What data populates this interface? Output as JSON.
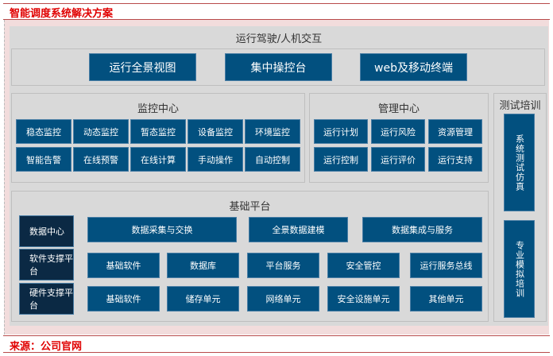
{
  "title": "智能调度系统解决方案",
  "source": "来源：公司官网",
  "top": {
    "title": "运行驾驶/人机交互",
    "buttons": [
      "运行全景视图",
      "集中操控台",
      "web及移动终端"
    ]
  },
  "monitor": {
    "title": "监控中心",
    "buttons": [
      "稳态监控",
      "动态监控",
      "暂态监控",
      "设备监控",
      "环境监控",
      "智能告警",
      "在线预警",
      "在线计算",
      "手动操作",
      "自动控制"
    ]
  },
  "manage": {
    "title": "管理中心",
    "buttons": [
      "运行计划",
      "运行风险",
      "资源管理",
      "运行控制",
      "运行评价",
      "运行支持"
    ]
  },
  "test": {
    "title": "测试培训",
    "buttons": [
      "系统测试仿真",
      "专业模拟培训"
    ]
  },
  "base": {
    "title": "基础平台",
    "left": [
      "数据中心",
      "软件支撑平台",
      "硬件支撑平台"
    ],
    "row1": [
      "数据采集与交换",
      "全景数据建模",
      "数据集成与服务"
    ],
    "row2": [
      "基础软件",
      "数据库",
      "平台服务",
      "安全管控",
      "运行服务总线"
    ],
    "row3": [
      "基础软件",
      "储存单元",
      "网络单元",
      "安全设施单元",
      "其他单元"
    ]
  },
  "colors": {
    "button": "#02507f",
    "dark": "#0b2944",
    "title_red": "#e00000"
  }
}
